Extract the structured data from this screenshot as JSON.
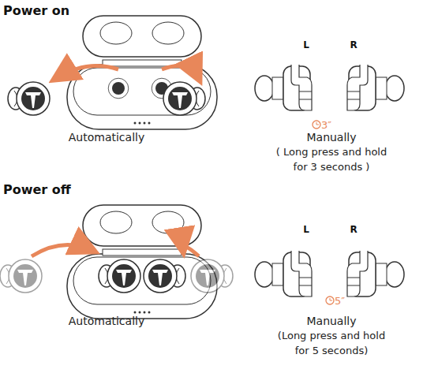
{
  "diagram": {
    "labels": [
      "Power on",
      "Automatically",
      "L",
      "R",
      "3″",
      "Manually",
      "( Long press and hold for 3 seconds )",
      "Power off",
      "Automatically",
      "L",
      "R",
      "5″",
      "Manually",
      "(Long press and hold for 5 seconds)"
    ]
  }
}
